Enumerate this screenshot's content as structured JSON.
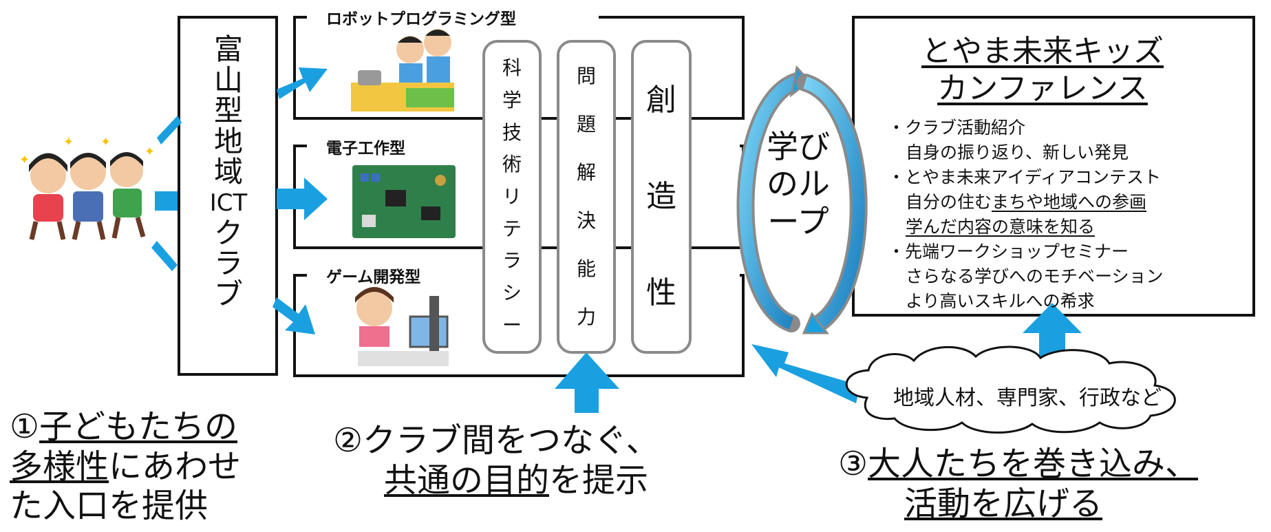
{
  "club": {
    "chars": [
      "富",
      "山",
      "型",
      "地",
      "域",
      "ICT",
      "ク",
      "ラ",
      "ブ"
    ]
  },
  "club_types": [
    {
      "label": "ロボットプログラミング型"
    },
    {
      "label": "電子工作型"
    },
    {
      "label": "ゲーム開発型"
    }
  ],
  "skills": [
    {
      "chars": [
        "科",
        "学",
        "技",
        "術",
        "リ",
        "テ",
        "ラ",
        "シ",
        "ー"
      ]
    },
    {
      "chars": [
        "問",
        "題",
        "解",
        "決",
        "能",
        "力"
      ]
    },
    {
      "chars": [
        "創",
        "造",
        "性"
      ]
    }
  ],
  "loop": {
    "lines": [
      "学び",
      "のル",
      "ープ"
    ]
  },
  "conference": {
    "title_lines": [
      "とやま未来キッズ",
      "カンファレンス"
    ],
    "items": [
      {
        "bullet": "・",
        "head": "クラブ活動紹介",
        "sub1": "自身の振り返り、新しい発見"
      },
      {
        "bullet": "・",
        "head": "とやま未来アイディアコンテスト",
        "sub1_a": "自分の住む",
        "sub1_b": "まちや地域への参画",
        "sub2": "学んだ内容の意味を知る"
      },
      {
        "bullet": "・",
        "head": "先端ワークショップセミナー",
        "sub1": "さらなる学びへのモチベーション",
        "sub2": "より高いスキルへの希求"
      }
    ]
  },
  "cloud": {
    "text": "地域人材、専門家、行政など"
  },
  "points": {
    "p1": {
      "num": "①",
      "a": "子どもたちの",
      "b": "多様性",
      "c": "にあわせ",
      "d": "た入口を提供"
    },
    "p2": {
      "num": "②",
      "a": "クラブ間をつなぐ、",
      "b": "共通の目的",
      "c": "を提示"
    },
    "p3": {
      "num": "③",
      "a": "大人たちを巻き込み、",
      "b": "活動を広げる"
    }
  },
  "colors": {
    "arrow": "#1aa0e0",
    "arrow_edge": "#8a8a8a",
    "box_border": "#8a8a8a",
    "line": "#111111"
  }
}
